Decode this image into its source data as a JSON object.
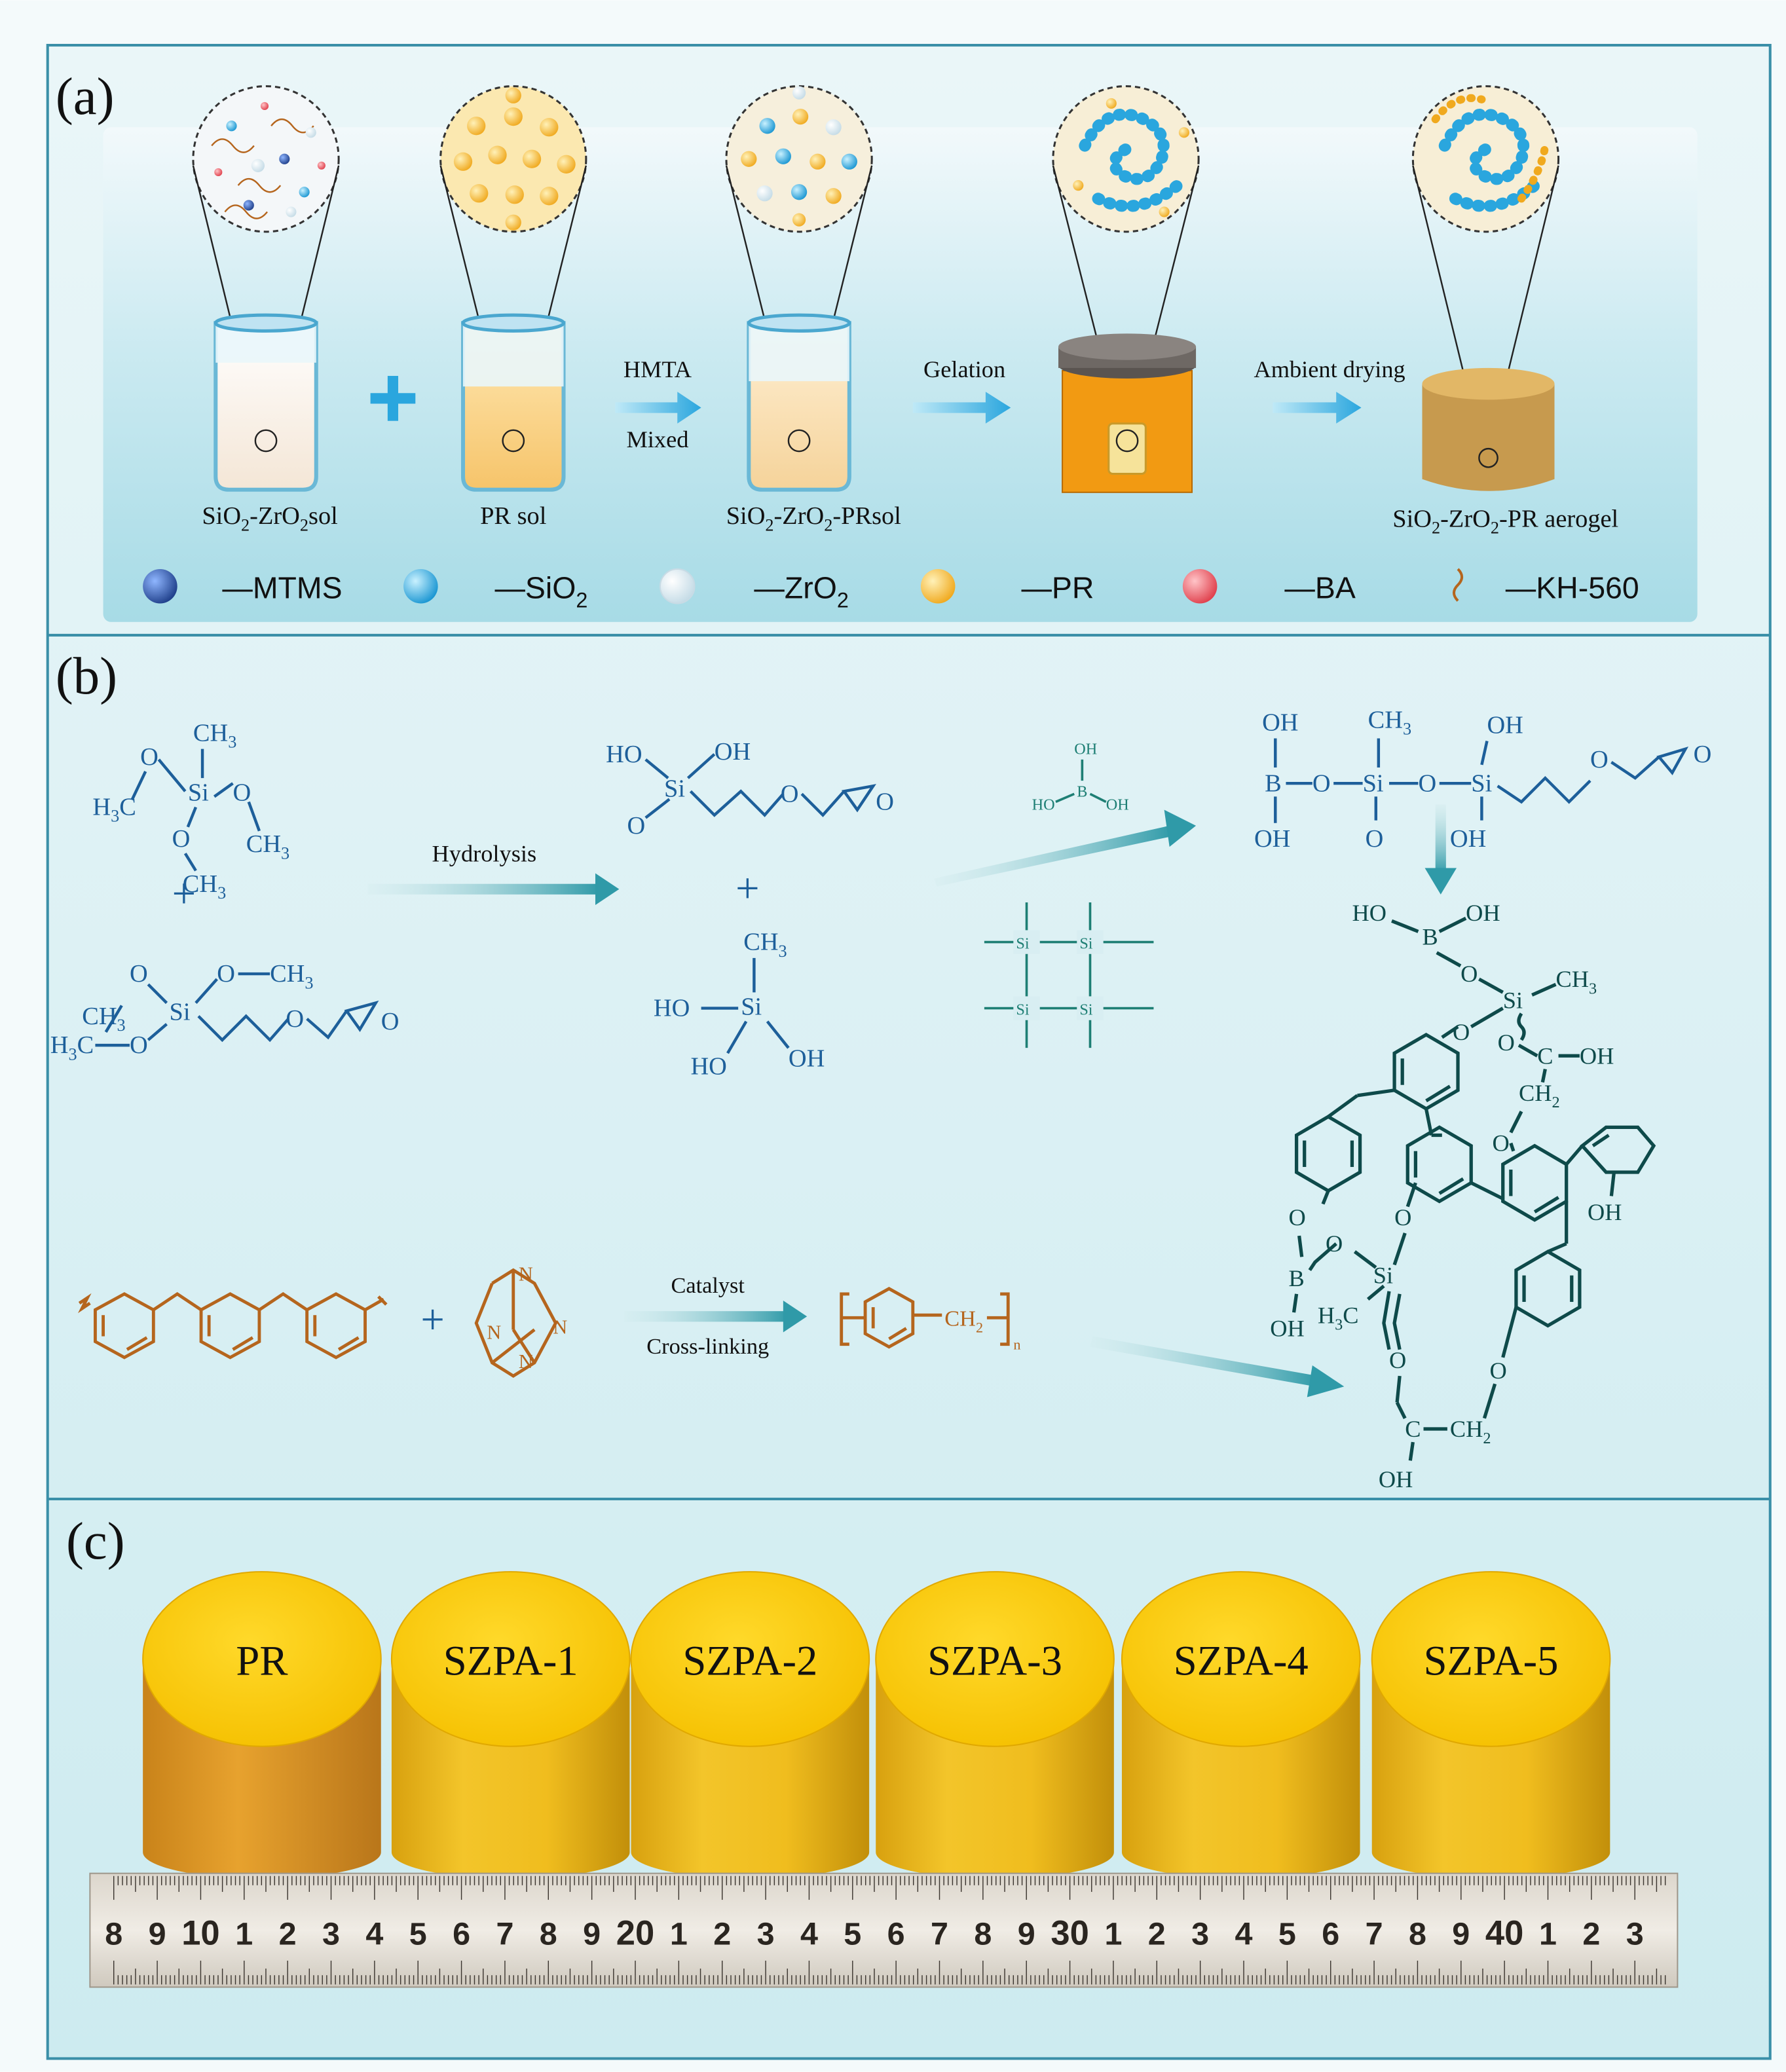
{
  "panel_a": {
    "label": "(a)",
    "beaker_labels": [
      "SiO2-ZrO2sol",
      "PR sol",
      "SiO2-ZrO2-PRsol",
      "SiO2-ZrO2-PR aerogel"
    ],
    "arrow_labels": {
      "hmta": "HMTA",
      "mixed": "Mixed",
      "gelation": "Gelation",
      "drying": "Ambient drying"
    },
    "legend": [
      {
        "name": "—MTMS",
        "color": "#1f4e9a"
      },
      {
        "name": "—SiO2",
        "color": "#2aa6de"
      },
      {
        "name": "—ZrO2",
        "color": "#e8f2f8"
      },
      {
        "name": "—PR",
        "color": "#f2b535"
      },
      {
        "name": "—BA",
        "color": "#e8505b"
      },
      {
        "name": "—KH-560",
        "color": "#b5651d"
      }
    ]
  },
  "panel_b": {
    "label": "(b)",
    "hydrolysis": "Hydrolysis",
    "catalyst": "Catalyst",
    "crosslinking": "Cross-linking",
    "atoms": {
      "ch3": "CH3",
      "h3c": "H3C",
      "o": "O",
      "si": "Si",
      "oh": "OH",
      "ho": "HO",
      "b": "B",
      "ch2": "CH2",
      "c": "C",
      "n": "N",
      "sub_n": "n",
      "plus": "+"
    }
  },
  "panel_c": {
    "label": "(c)",
    "samples": [
      "PR",
      "SZPA-1",
      "SZPA-2",
      "SZPA-3",
      "SZPA-4",
      "SZPA-5"
    ],
    "ruler_numbers": [
      "8",
      "9",
      "10",
      "1",
      "2",
      "3",
      "4",
      "5",
      "6",
      "7",
      "8",
      "9",
      "20",
      "1",
      "2",
      "3",
      "4",
      "5",
      "6",
      "7",
      "8",
      "9",
      "30",
      "1",
      "2",
      "3",
      "4",
      "5",
      "6",
      "7",
      "8",
      "9",
      "40",
      "1",
      "2",
      "3"
    ]
  }
}
